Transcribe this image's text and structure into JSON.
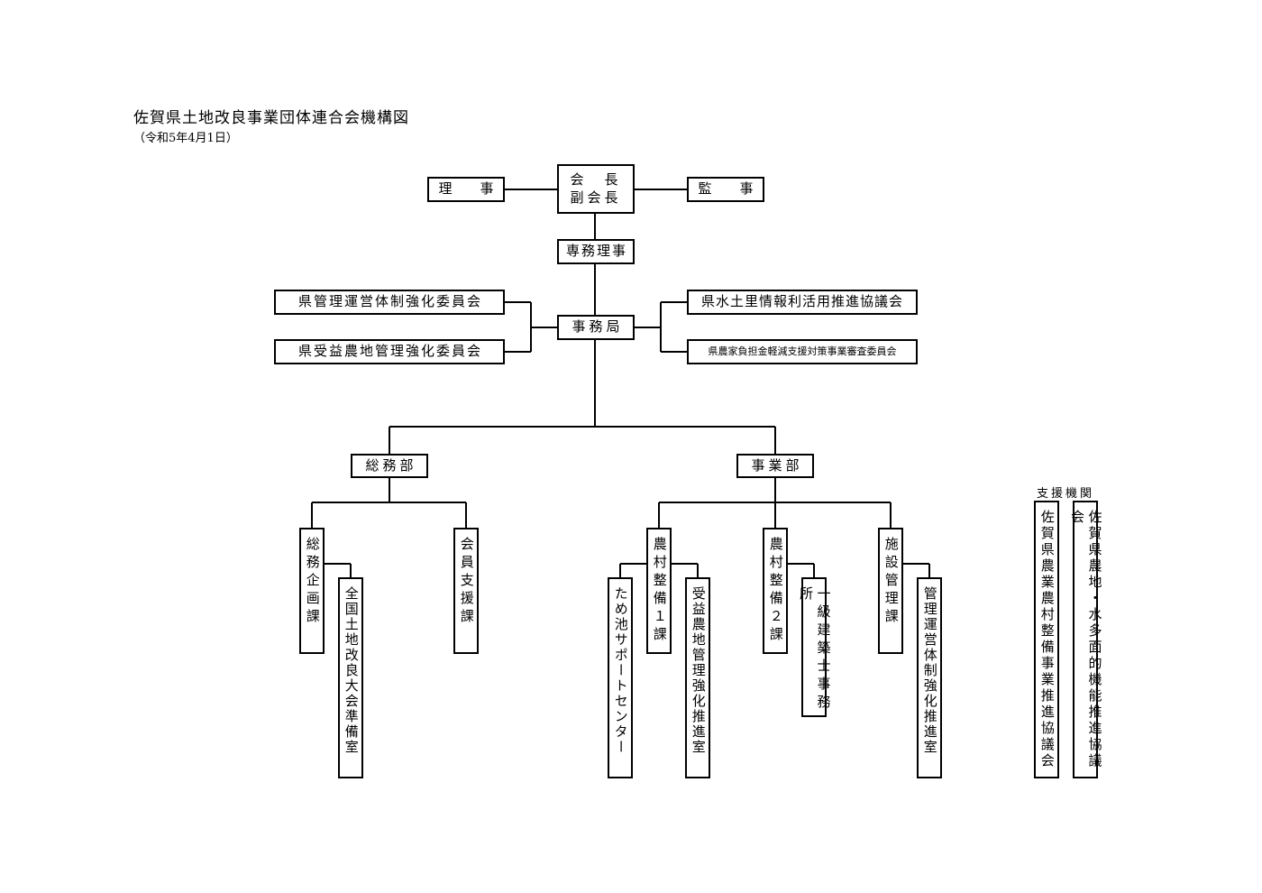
{
  "title": "佐賀県土地改良事業団体連合会機構図",
  "date": "（令和5年4月1日）",
  "nodes": {
    "president_line1": "会　長",
    "president_line2": "副会長",
    "director": "理　事",
    "auditor": "監　事",
    "executive_director": "専務理事",
    "secretariat": "事務局",
    "committee_management": "県管理運営体制強化委員会",
    "committee_beneficiary": "県受益農地管理強化委員会",
    "council_water": "県水土里情報利活用推進協議会",
    "committee_farmer_burden": "県農家負担金軽減支援対策事業審査委員会",
    "dept_general": "総務部",
    "dept_business": "事業部",
    "sec_general_planning": "総務企画課",
    "room_national_convention": "全国土地改良大会準備室",
    "sec_member_support": "会員支援課",
    "sec_rural_1": "農村整備１課",
    "center_reservoir": "ため池サポートセンター",
    "room_beneficiary": "受益農地管理強化推進室",
    "sec_rural_2": "農村整備２課",
    "office_architect": "一級建築士事務所",
    "sec_facility": "施設管理課",
    "room_management": "管理運営体制強化推進室"
  },
  "support": {
    "label": "支援機関",
    "org1": "佐賀県農業農村整備事業推進協議会",
    "org2": "佐賀県農地・水多面的機能推進協議会"
  }
}
